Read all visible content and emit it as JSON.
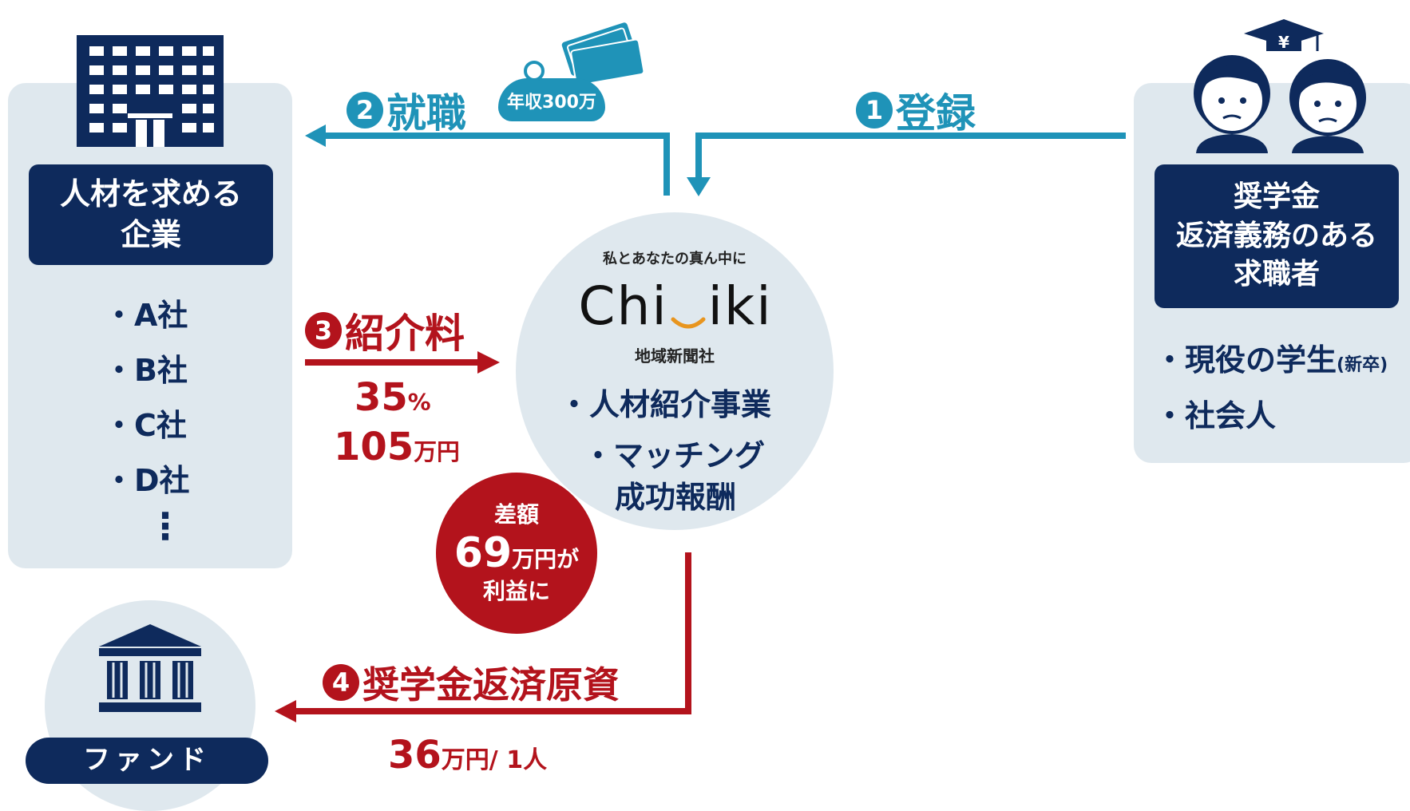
{
  "company": {
    "title_line1": "人材を求める",
    "title_line2": "企業",
    "items": [
      "・A社",
      "・B社",
      "・C社",
      "・D社"
    ],
    "more": "⋮"
  },
  "seeker": {
    "title_line1": "奨学金",
    "title_line2": "返済義務のある",
    "title_line3": "求職者",
    "items": [
      {
        "main": "・現役の学生",
        "note": "(新卒)"
      },
      {
        "main": "・社会人",
        "note": ""
      }
    ]
  },
  "center": {
    "tagline": "私とあなたの真ん中に",
    "logo_left": "Chi",
    "logo_right": "iki",
    "org": "地域新聞社",
    "service1": "・人材紹介事業",
    "service2_line1": "・マッチング",
    "service2_line2": "成功報酬"
  },
  "steps": {
    "step1": {
      "num": "1",
      "label": "登録"
    },
    "step2": {
      "num": "2",
      "label": "就職",
      "salary_badge": "年収300万"
    },
    "step3": {
      "num": "3",
      "label": "紹介料",
      "percent_value": "35",
      "percent_unit": "%",
      "fee_value": "105",
      "fee_unit": "万円"
    },
    "step4": {
      "num": "4",
      "label": "奨学金返済原資",
      "amount_value": "36",
      "amount_unit": "万円",
      "per": "/ 1人"
    }
  },
  "profit": {
    "line1": "差額",
    "value": "69",
    "unit": "万円が",
    "line3": "利益に"
  },
  "fund": {
    "label": "ファンド"
  },
  "colors": {
    "navy": "#0e2a5c",
    "panel": "#dfe8ee",
    "blue": "#1f93b8",
    "red": "#b3131c",
    "orange_logo": "#e8951e"
  }
}
